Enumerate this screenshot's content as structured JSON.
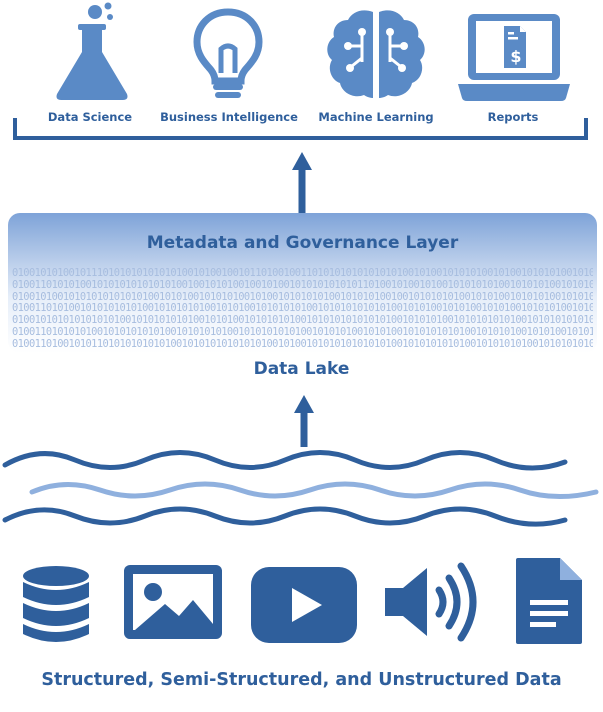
{
  "consumers": [
    {
      "label": "Data Science",
      "icon": "flask-icon"
    },
    {
      "label": "Business Intelligence",
      "icon": "lightbulb-icon"
    },
    {
      "label": "Machine Learning",
      "icon": "brain-icon"
    },
    {
      "label": "Reports",
      "icon": "laptop-report-icon"
    }
  ],
  "governance_layer": "Metadata and Governance Layer",
  "binary_rows": [
    "01001010100101110101010101010100101001001011010010011010101010101010100101001010101001010010101010010100101001",
    "01001101010100101010101010101001001010100100101001010101010101101001010010100101010101001010101001010101001010",
    "01001010010101010101010100101010010101010010100101010101001010101001001010101010010101001010101001010101010010",
    "01001101010010101010101001010101010010101001010101010010101010101010010101001010100101010010101010010101010100",
    "01001010101010101010010101010101001010100101010101001010101010101010010101010010101010101001010101010101001010",
    "01001101010101001010101010100101010101001010101010100101010100101010010101010101001010101001010100101010100101",
    "01001101001010110101010101010010101010101010100101001010101010101010010101010101001010101010010101010101010100"
  ],
  "data_lake": "Data Lake",
  "sources": [
    {
      "icon": "database-icon"
    },
    {
      "icon": "image-icon"
    },
    {
      "icon": "video-play-icon"
    },
    {
      "icon": "audio-speaker-icon"
    },
    {
      "icon": "document-icon"
    }
  ],
  "sources_label": "Structured, Semi-Structured, and Unstructured Data",
  "colors": {
    "primary": "#2f5f9c",
    "light": "#5a8ac6",
    "wave_light": "#8fb0de"
  }
}
